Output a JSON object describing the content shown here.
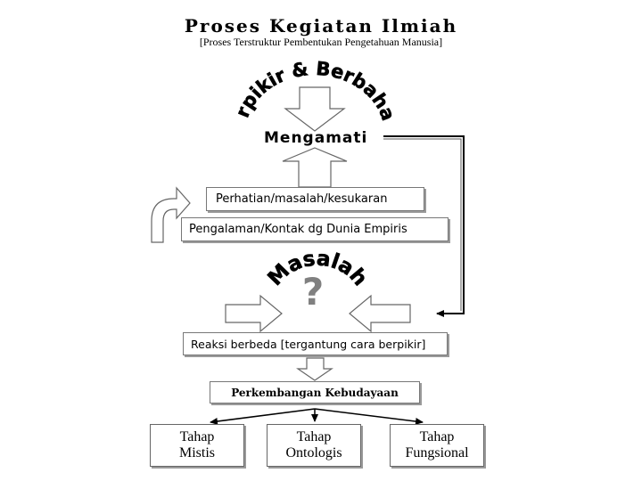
{
  "title": "Proses Kegiatan Ilmiah",
  "subtitle": "[Proses Terstruktur Pembentukan Pengetahuan Manusia]",
  "arc_top": "Berpikir & Berbahasa",
  "mengamati": "Mengamati",
  "boxes": {
    "perhatian": "Perhatian/masalah/kesukaran",
    "pengalaman": "Pengalaman/Kontak dg Dunia Empiris",
    "reaksi": "Reaksi berbeda [tergantung cara berpikir]",
    "perkembangan": "Perkembangan Kebudayaan"
  },
  "arc_masalah": "Masalah",
  "question_mark": "?",
  "tahap": [
    {
      "line1": "Tahap",
      "line2": "Mistis"
    },
    {
      "line1": "Tahap",
      "line2": "Ontologis"
    },
    {
      "line1": "Tahap",
      "line2": "Fungsional"
    }
  ],
  "colors": {
    "line": "#000000",
    "box_border": "#777777",
    "shadow": "#9a9a9a",
    "question": "#808080"
  }
}
